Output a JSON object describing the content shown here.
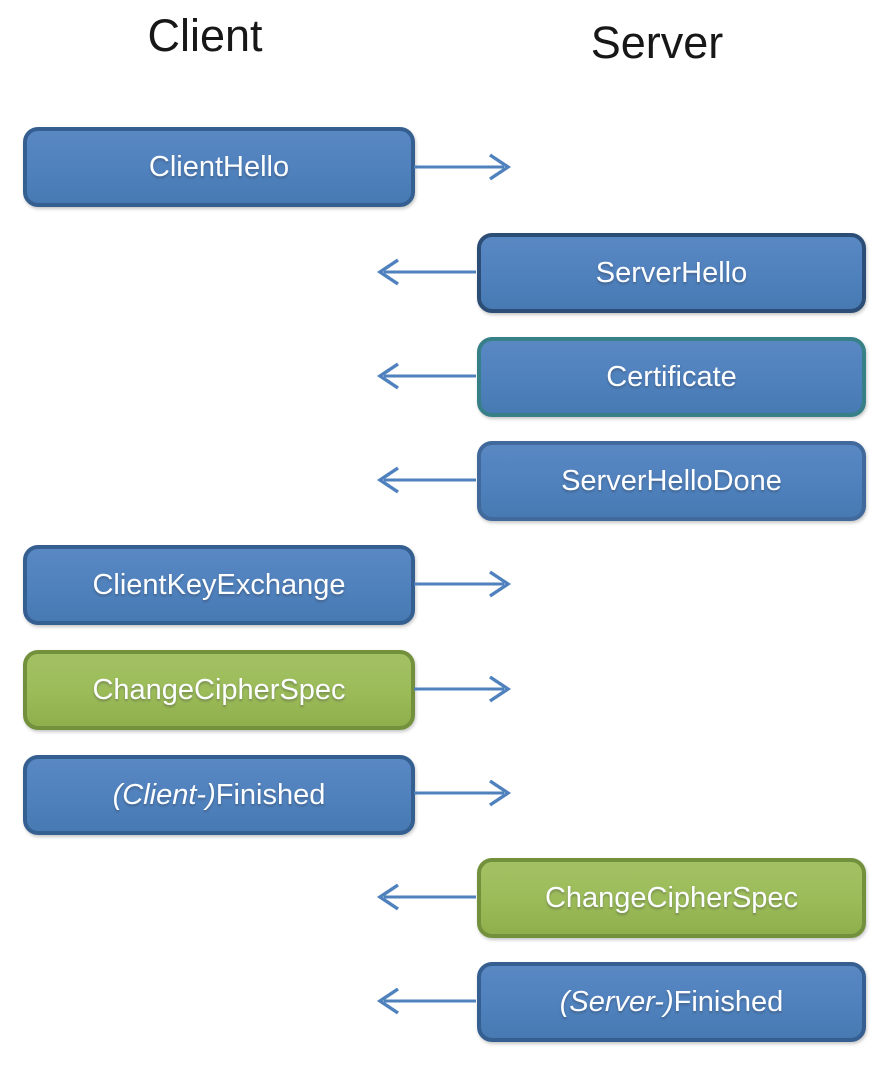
{
  "diagram": {
    "client_title": "Client",
    "server_title": "Server",
    "messages": [
      {
        "label": "ClientHello",
        "italic_prefix": "",
        "rest": "ClientHello",
        "side": "client",
        "direction": "right",
        "fill": "blue",
        "border": "blue"
      },
      {
        "label": "ServerHello",
        "italic_prefix": "",
        "rest": "ServerHello",
        "side": "server",
        "direction": "left",
        "fill": "blue",
        "border": "navy"
      },
      {
        "label": "Certificate",
        "italic_prefix": "",
        "rest": "Certificate",
        "side": "server",
        "direction": "left",
        "fill": "blue",
        "border": "teal"
      },
      {
        "label": "ServerHelloDone",
        "italic_prefix": "",
        "rest": "ServerHelloDone",
        "side": "server",
        "direction": "left",
        "fill": "blue",
        "border": "mid"
      },
      {
        "label": "ClientKeyExchange",
        "italic_prefix": "",
        "rest": "ClientKeyExchange",
        "side": "client",
        "direction": "right",
        "fill": "blue",
        "border": "blue"
      },
      {
        "label": "ChangeCipherSpec",
        "italic_prefix": "",
        "rest": "ChangeCipherSpec",
        "side": "client",
        "direction": "right",
        "fill": "green",
        "border": "green"
      },
      {
        "label": "(Client-)Finished",
        "italic_prefix": "(Client-)",
        "rest": "Finished",
        "side": "client",
        "direction": "right",
        "fill": "blue",
        "border": "blue"
      },
      {
        "label": "ChangeCipherSpec",
        "italic_prefix": "",
        "rest": "ChangeCipherSpec",
        "side": "server",
        "direction": "left",
        "fill": "green",
        "border": "green"
      },
      {
        "label": "(Server-)Finished",
        "italic_prefix": "(Server-)",
        "rest": "Finished",
        "side": "server",
        "direction": "left",
        "fill": "blue",
        "border": "blue"
      }
    ],
    "colors": {
      "box_blue_fill": "#4F81BD",
      "box_blue_border": "#365F91",
      "box_navy_border": "#2C4D75",
      "box_teal_border": "#388087",
      "box_green_fill": "#9BBB59",
      "box_green_border": "#73913D",
      "arrow": "#4F81BD",
      "box_text": "#FFFFFF",
      "title_text": "#000000"
    }
  }
}
